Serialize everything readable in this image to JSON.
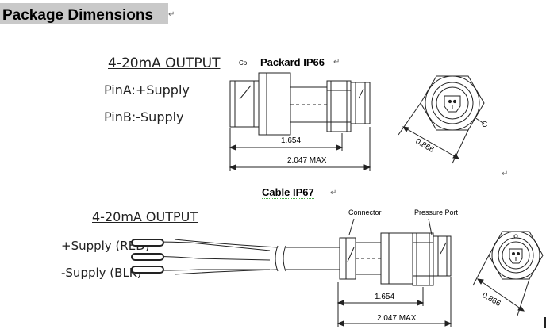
{
  "title": "Package Dimensions",
  "top_section": {
    "output_label": "4-20mA OUTPUT",
    "pin_a": "PinA:+Supply",
    "pin_b": "PinB:-Supply",
    "connector_label": "Packard IP66",
    "connector_prefix": "Co",
    "dim_body": "1.654",
    "dim_total": "2.047 MAX",
    "dim_hex": "0.866",
    "hex_letter": "C"
  },
  "bottom_section": {
    "connector_label": "Cable  IP67",
    "output_label": "4-20mA OUTPUT",
    "supply_red": "+Supply (RED)",
    "supply_blk": "-Supply (BLK)",
    "connector_part": "Connector",
    "pressure_port": "Pressure Port",
    "dim_body": "1.654",
    "dim_total": "2.047 MAX",
    "dim_hex": "0.866"
  },
  "colors": {
    "line": "#222222",
    "title_bg": "#c9c9c9"
  }
}
